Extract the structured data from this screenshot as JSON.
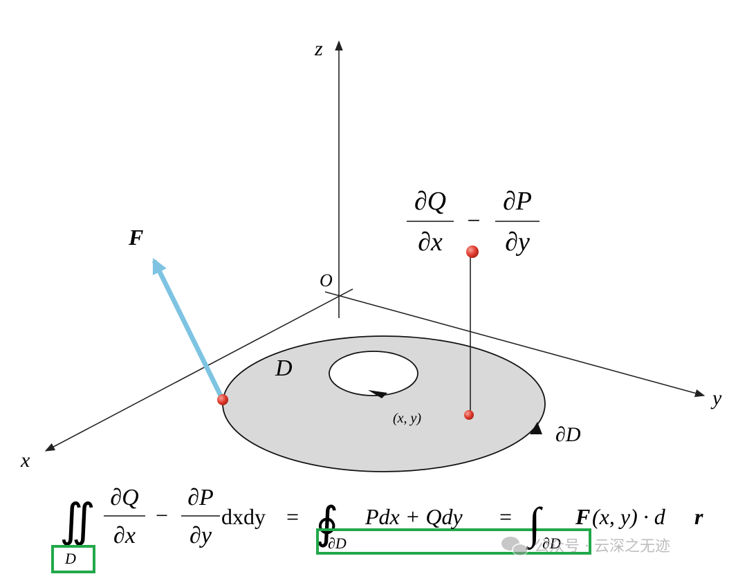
{
  "diagram": {
    "axes": {
      "x": "x",
      "y": "y",
      "z": "z",
      "origin": "O"
    },
    "region_label": "D",
    "boundary_label": "∂D",
    "vector_label": "F",
    "point_label": "(x, y)",
    "integrand_top": {
      "num1": "∂Q",
      "den1": "∂x",
      "minus": "−",
      "num2": "∂P",
      "den2": "∂y"
    },
    "colors": {
      "region": "#d9d9d9",
      "arrow": "#7ec4e2",
      "point": "#e0392b",
      "highlight": "#22a84a"
    }
  },
  "formula": {
    "lhs_integral": "∬",
    "lhs_sub": "D",
    "lhs_num1": "∂Q",
    "lhs_den1": "∂x",
    "minus": "−",
    "lhs_num2": "∂P",
    "lhs_den2": "∂y",
    "lhs_tail": "dxdy",
    "eq1": "=",
    "mid_integral": "∮",
    "mid_sub": "∂D",
    "mid_body": "Pdx + Qdy",
    "eq2": "=",
    "rhs_integral": "∫",
    "rhs_sub": "∂D",
    "rhs_F": "F",
    "rhs_args": "(x, y) · d",
    "rhs_r": "r"
  },
  "watermark": "公众号 · 云深之无迹"
}
